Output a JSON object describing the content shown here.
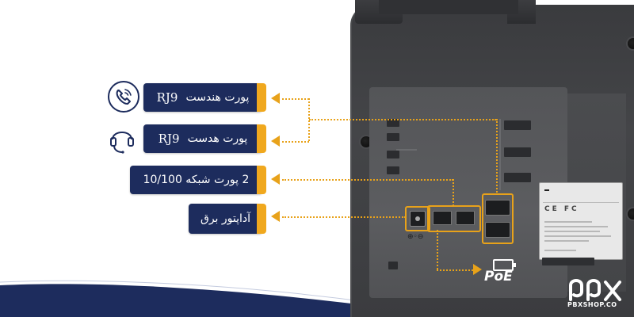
{
  "labels": {
    "handset": {
      "text": "پورت هندست",
      "tag": "RJ9"
    },
    "headset": {
      "text": "پورت هدست",
      "tag": "RJ9"
    },
    "network": {
      "text": "2 پورت شبکه 10/100"
    },
    "power": {
      "text": "آداپتور برق"
    }
  },
  "badges": {
    "poe": "PoE"
  },
  "logo": {
    "site": "PBXSHOP.CO"
  },
  "icons": {
    "handset": "phone-handset-icon",
    "headset": "headset-icon",
    "poe": "battery-icon"
  },
  "colors": {
    "navy": "#1d2c5d",
    "accent": "#e8a21a",
    "device": "#444548"
  }
}
